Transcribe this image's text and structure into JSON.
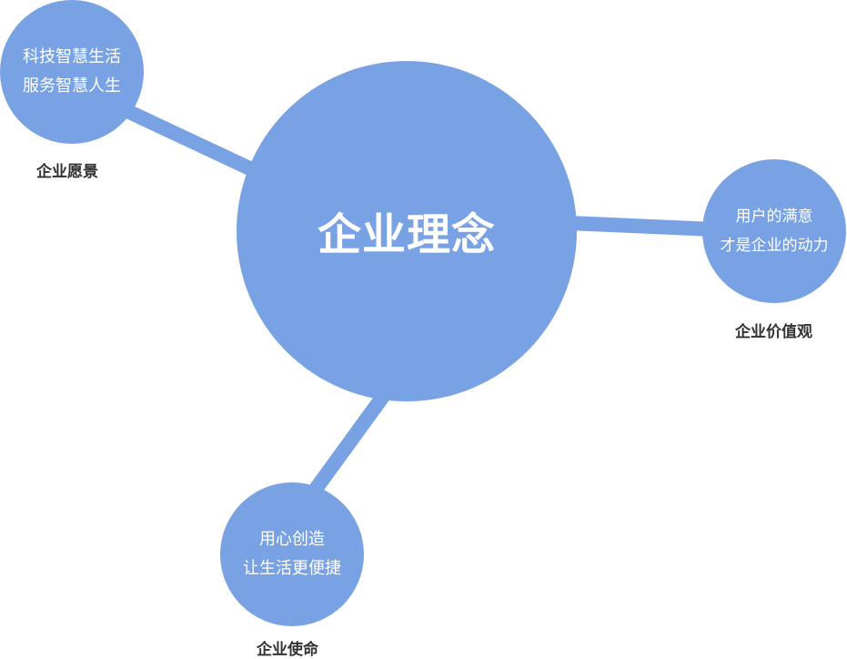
{
  "center": {
    "title": "企业理念"
  },
  "nodes": {
    "vision": {
      "line1": "科技智慧生活",
      "line2": "服务智慧人生",
      "caption": "企业愿景"
    },
    "values": {
      "line1": "用户的满意",
      "line2": "才是企业的动力",
      "caption": "企业价值观"
    },
    "mission": {
      "line1": "用心创造",
      "line2": "让生活更便捷",
      "caption": "企业使命"
    }
  },
  "colors": {
    "circle_fill": "#78a2e4",
    "connector": "#78a2e4",
    "circle_text": "#ffffff",
    "caption_text": "#333333"
  }
}
